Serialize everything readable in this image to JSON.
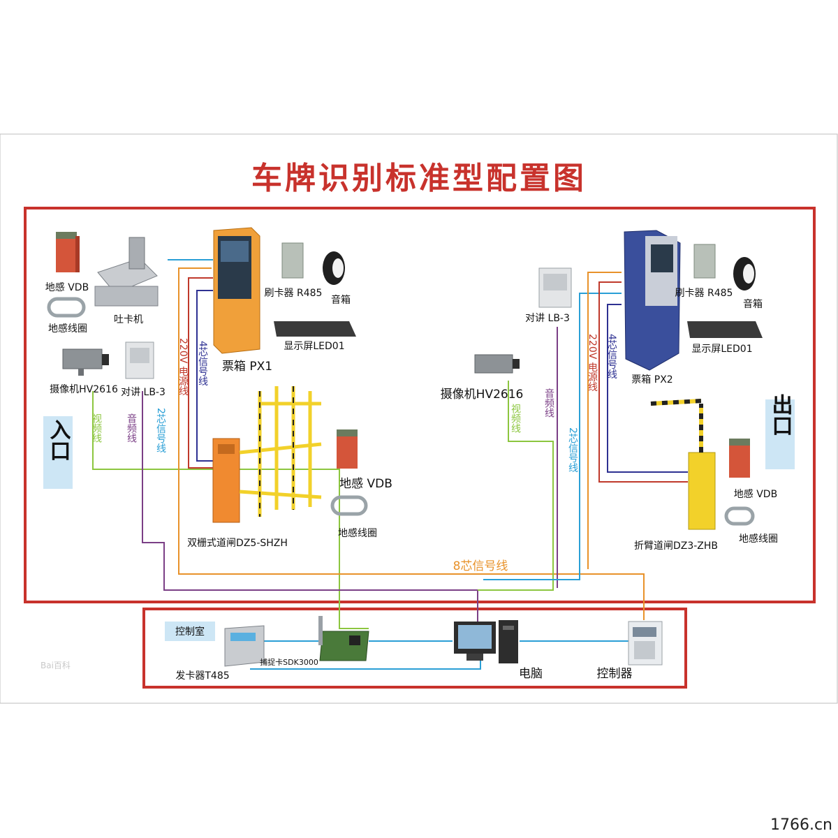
{
  "title": "车牌识别标准型配置图",
  "entrance": "入口",
  "exit": "出口",
  "control_room": "控制室",
  "labels": {
    "l_vdb": "地感 VDB",
    "l_loop": "地感线圈",
    "card_dispenser": "吐卡机",
    "l_camera": "摄像机HV2616",
    "l_intercom": "对讲 LB-3",
    "l_reader": "刷卡器 R485",
    "l_speaker": "音箱",
    "l_led": "显示屏LED01",
    "l_ticketbox": "票箱 PX1",
    "l_gate": "双栅式道闸DZ5-SHZH",
    "m_vdb": "地感 VDB",
    "m_loop": "地感线圈",
    "r_camera": "摄像机HV2616",
    "r_intercom": "对讲 LB-3",
    "r_reader": "刷卡器 R485",
    "r_speaker": "音箱",
    "r_led": "显示屏LED01",
    "r_ticketbox": "票箱 PX2",
    "r_vdb": "地感 VDB",
    "r_loop": "地感线圈",
    "r_gate": "折臂道闸DZ3-ZHB",
    "signal8": "8芯信号线",
    "issuer": "发卡器T485",
    "capture": "捕捉卡SDK3000",
    "computer": "电脑",
    "controller": "控制器"
  },
  "wires": {
    "video": "视频线",
    "audio": "音频线",
    "signal2": "2芯信号线",
    "power220": "220V 电源线",
    "signal4": "4芯信号线"
  },
  "watermark": "Bai百科",
  "site": "1766.cn",
  "colors": {
    "red": "#c8322c",
    "green": "#8cc63f",
    "purple": "#7b3f86",
    "cyan": "#2a9fd6",
    "orange": "#e8922a",
    "navy": "#2e3192",
    "power_red": "#c0392b"
  }
}
